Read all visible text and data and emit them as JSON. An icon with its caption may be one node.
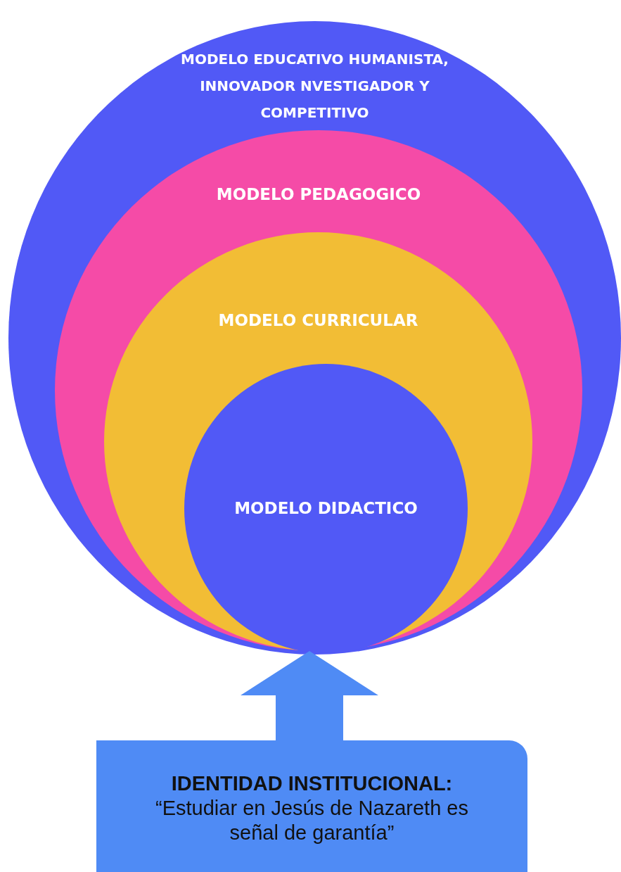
{
  "diagram": {
    "nodes": [
      {
        "text": [
          "MODELO EDUCATIVO HUMANISTA, INNOVADOR NVESTIGADOR Y COMPETITIVO"
        ]
      },
      {
        "text": [
          "MODELO PEDAGOGICO"
        ],
        "in": 0
      },
      {
        "text": [
          "MODELO CURRICULAR"
        ],
        "in": 1
      },
      {
        "text": [
          "MODELO DIDACTICO"
        ],
        "in": 2
      },
      {
        "text": [
          "IDENTIDAD INSTITUCIONAL:",
          "“Estudiar en Jesús de Nazareth es señal de garantía”"
        ]
      }
    ],
    "edges": [
      {
        "from": 4,
        "to": 0,
        "arrow": "to"
      }
    ]
  }
}
